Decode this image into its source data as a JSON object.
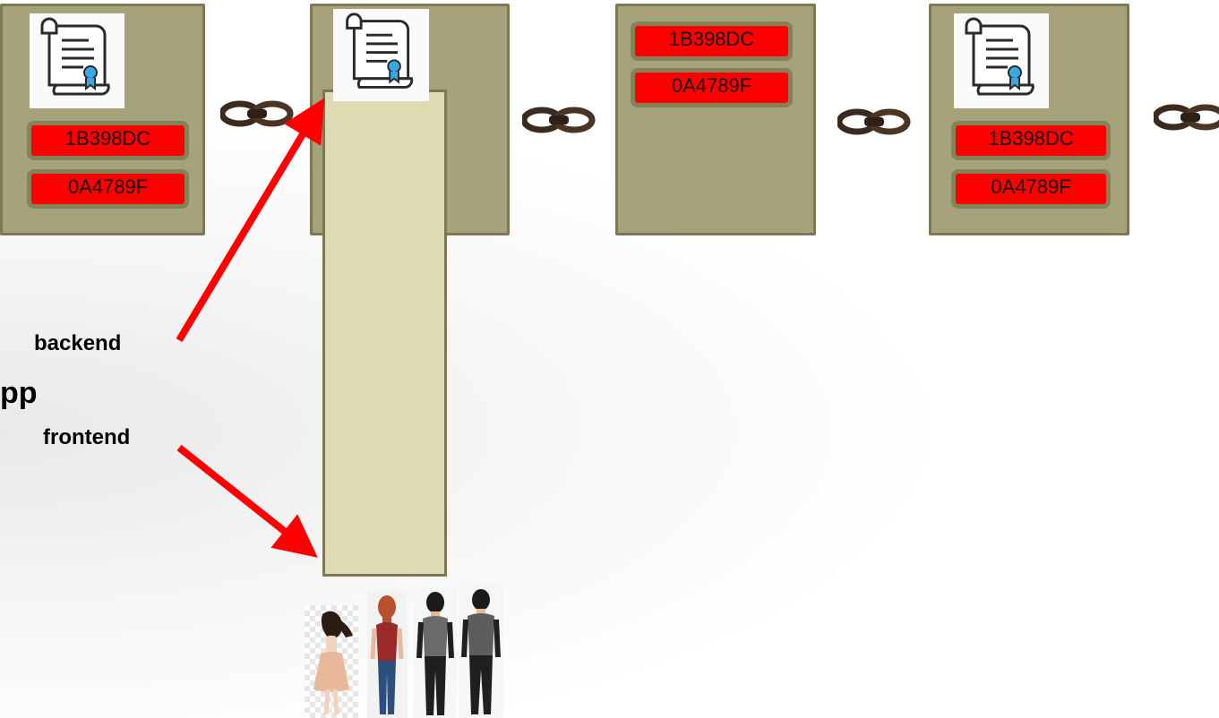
{
  "blocks": [
    {
      "hashes": [
        "1B398DC",
        "0A4789F"
      ],
      "certificate": true
    },
    {
      "hashes": [],
      "certificate": true
    },
    {
      "hashes": [
        "1B398DC",
        "0A4789F"
      ],
      "certificate": false
    },
    {
      "hashes": [
        "1B398DC",
        "0A4789F"
      ],
      "certificate": true
    }
  ],
  "labels": {
    "backend": "backend",
    "frontend": "frontend",
    "app_partial": "pp"
  },
  "icons": {
    "certificate": "certificate-scroll-icon",
    "chain": "chain-link-icon",
    "users": [
      "woman-user-icon",
      "woman-user-icon",
      "man-user-icon",
      "man-user-icon"
    ]
  },
  "colors": {
    "block_fill": "#a6a37b",
    "block_border": "#7b7853",
    "dapp_fill": "#dedbb4",
    "hash_fill": "#ff0000",
    "arrow": "#ff0000"
  }
}
